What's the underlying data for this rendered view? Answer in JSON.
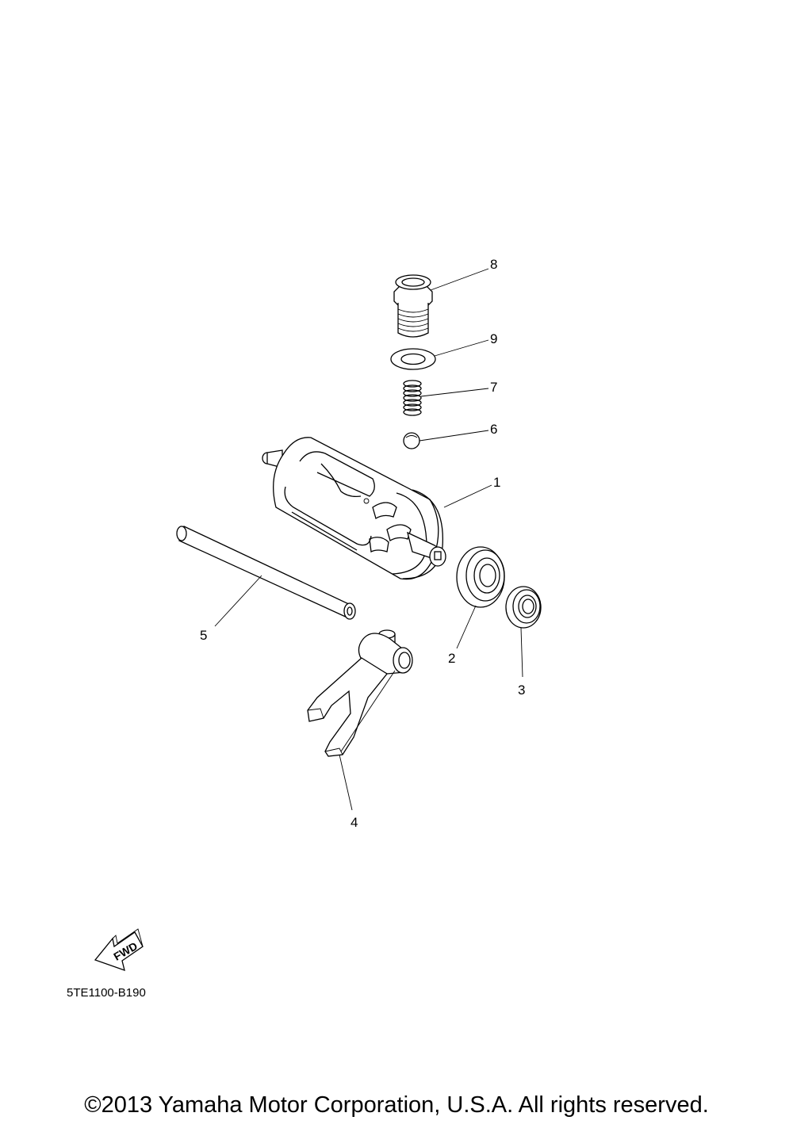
{
  "parts": [
    {
      "number": "1",
      "name_icon": "shift-drum-icon"
    },
    {
      "number": "2",
      "name_icon": "bearing-icon"
    },
    {
      "number": "3",
      "name_icon": "oil-seal-icon"
    },
    {
      "number": "4",
      "name_icon": "shift-fork-icon"
    },
    {
      "number": "5",
      "name_icon": "guide-bar-icon"
    },
    {
      "number": "6",
      "name_icon": "ball-icon"
    },
    {
      "number": "7",
      "name_icon": "spring-icon"
    },
    {
      "number": "8",
      "name_icon": "bolt-icon"
    },
    {
      "number": "9",
      "name_icon": "washer-icon"
    }
  ],
  "fwd_label": "FWD",
  "diagram_code": "5TE1100-B190",
  "copyright": "©2013 Yamaha Motor Corporation, U.S.A. All rights reserved."
}
